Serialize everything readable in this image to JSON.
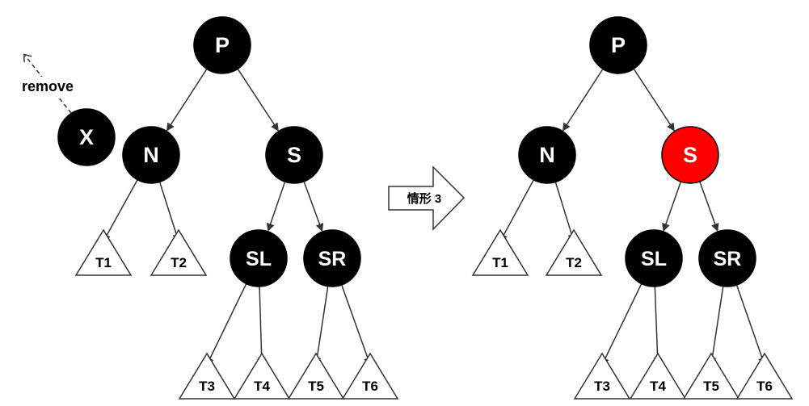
{
  "remove_label": "remove",
  "arrow_label": "情形 3",
  "colors": {
    "black_node": "#000000",
    "red_node": "#ff0000",
    "node_text": "#ffffff",
    "line": "#333333"
  },
  "before": {
    "nodes": [
      {
        "id": "P",
        "label": "P",
        "color": "black"
      },
      {
        "id": "X",
        "label": "X",
        "color": "black"
      },
      {
        "id": "N",
        "label": "N",
        "color": "black"
      },
      {
        "id": "S",
        "label": "S",
        "color": "black"
      },
      {
        "id": "SL",
        "label": "SL",
        "color": "black"
      },
      {
        "id": "SR",
        "label": "SR",
        "color": "black"
      }
    ],
    "subtrees": [
      "T1",
      "T2",
      "T3",
      "T4",
      "T5",
      "T6"
    ]
  },
  "after": {
    "nodes": [
      {
        "id": "P",
        "label": "P",
        "color": "black"
      },
      {
        "id": "N",
        "label": "N",
        "color": "black"
      },
      {
        "id": "S",
        "label": "S",
        "color": "red"
      },
      {
        "id": "SL",
        "label": "SL",
        "color": "black"
      },
      {
        "id": "SR",
        "label": "SR",
        "color": "black"
      }
    ],
    "subtrees": [
      "T1",
      "T2",
      "T3",
      "T4",
      "T5",
      "T6"
    ]
  }
}
